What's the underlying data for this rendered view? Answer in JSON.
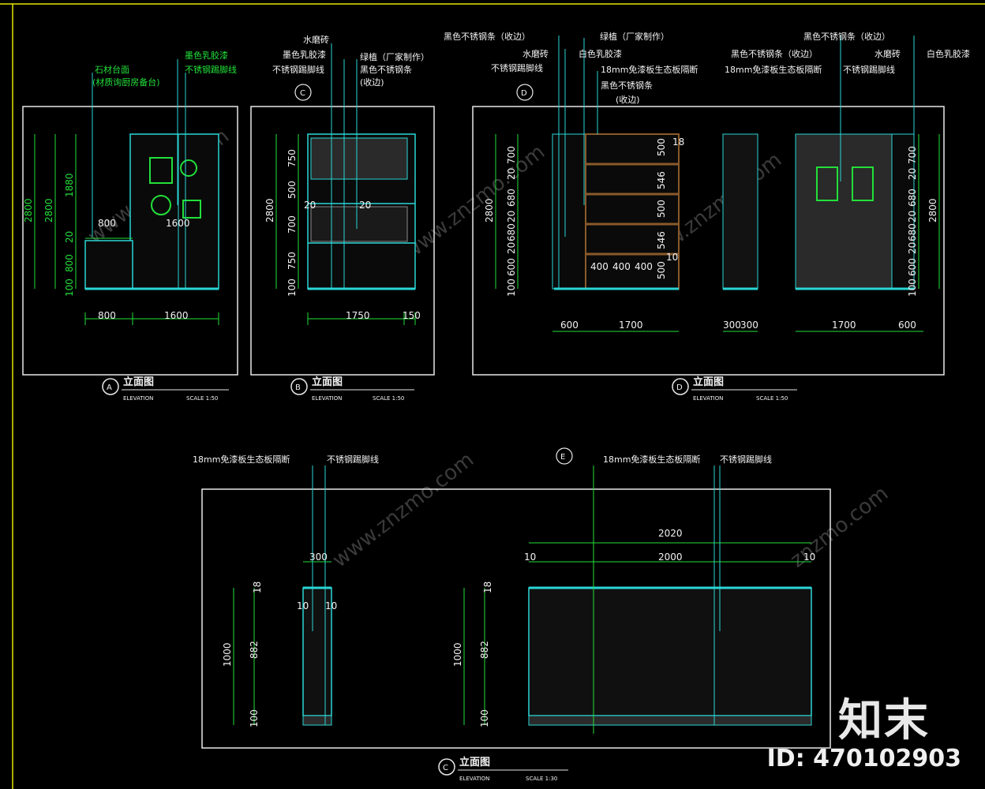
{
  "watermarks": [
    "www.znzmo.com",
    "www.znzmo.com",
    "www.znzmo.com",
    "www.znzmo.com",
    "znzmo.com"
  ],
  "brand": "知末",
  "image_id": "ID: 470102903",
  "panel_a": {
    "title": "立面图",
    "marker": "A",
    "sub": "ELEVATION",
    "scale": "SCALE 1:50",
    "notes": [
      "石材台面",
      "(材质询厨房备台)",
      "墨色乳胶漆",
      "不锈钢踢脚线"
    ],
    "dims_v": [
      "2800",
      "2800",
      "1880",
      "20",
      "800",
      "100"
    ],
    "dims_h": [
      "800",
      "1600"
    ],
    "inner": [
      "800",
      "1600"
    ]
  },
  "panel_b": {
    "title": "立面图",
    "marker": "B",
    "sub": "ELEVATION",
    "scale": "SCALE 1:50",
    "callout": "C",
    "notes": [
      "水磨砖",
      "墨色乳胶漆",
      "不锈钢踢脚线",
      "绿植（厂家制作）",
      "黑色不锈钢条",
      "(收边)"
    ],
    "dims_v": [
      "2800",
      "750",
      "500",
      "700",
      "750",
      "100"
    ],
    "dims_h": [
      "1750",
      "150"
    ],
    "inner": [
      "20",
      "20"
    ]
  },
  "panel_d": {
    "title": "立面图",
    "marker": "D",
    "sub": "ELEVATION",
    "scale": "SCALE 1:50",
    "callout": "D",
    "notes_left": [
      "黑色不锈钢条（收边）",
      "水磨砖",
      "不锈钢踢脚线",
      "绿植（厂家制作）",
      "白色乳胶漆",
      "18mm免漆板生态板隔断",
      "黑色不锈钢条",
      "(收边)"
    ],
    "notes_right": [
      "黑色不锈钢条（收边）",
      "黑色不锈钢条（收边）",
      "18mm免漆板生态板隔断",
      "不锈钢踢脚线",
      "水磨砖",
      "白色乳胶漆"
    ],
    "dims_v_left": [
      "2800",
      "700",
      "20",
      "680",
      "20",
      "680",
      "20",
      "600",
      "100"
    ],
    "dims_shelf": [
      "500",
      "18",
      "546",
      "500",
      "546",
      "500",
      "10"
    ],
    "shelf_bottom": [
      "400",
      "400",
      "400"
    ],
    "dims_h": [
      "600",
      "1700",
      "300",
      "300",
      "1700",
      "600"
    ],
    "dims_v_right": [
      "700",
      "20",
      "680",
      "20",
      "680",
      "20",
      "600",
      "100",
      "2800"
    ]
  },
  "panel_c": {
    "title": "立面图",
    "marker": "C",
    "sub": "ELEVATION",
    "scale": "SCALE 1:30",
    "callout": "E",
    "notes": [
      "18mm免漆板生态板隔断",
      "不锈钢踢脚线",
      "18mm免漆板生态板隔断",
      "不锈钢踢脚线"
    ],
    "left_dims": [
      "300",
      "18",
      "10",
      "10",
      "1000",
      "882",
      "100"
    ],
    "right_dims": [
      "2020",
      "10",
      "2000",
      "10",
      "18",
      "1000",
      "882",
      "100"
    ]
  }
}
